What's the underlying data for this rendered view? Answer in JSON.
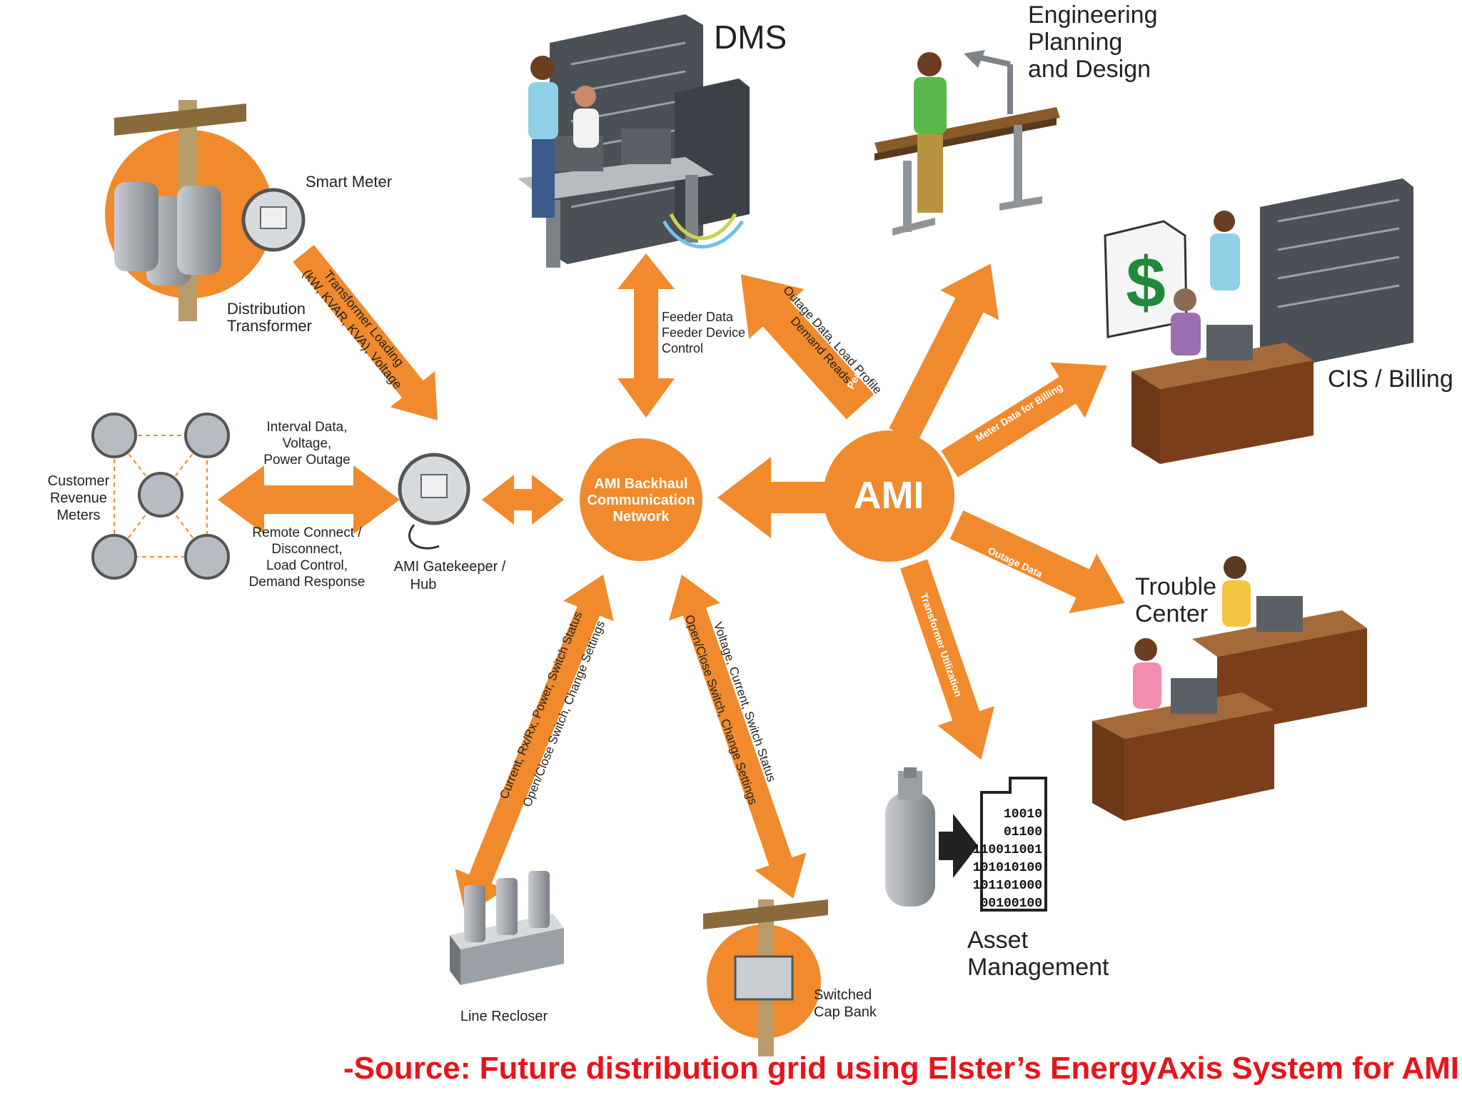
{
  "colors": {
    "accent": "#f08a2c",
    "accent_dark": "#c96a16",
    "source_text": "#e8141b",
    "equipment_gray": "#8f9499",
    "desk_brown": "#7a3f1a"
  },
  "hubs": {
    "ami": "AMI",
    "backhaul": [
      "AMI Backhaul",
      "Communication",
      "Network"
    ]
  },
  "nodes": {
    "dms": "DMS",
    "engineering": [
      "Engineering",
      "Planning",
      "and Design"
    ],
    "cis_billing": "CIS / Billing",
    "trouble_center": [
      "Trouble",
      "Center"
    ],
    "asset_management": [
      "Asset",
      "Management"
    ],
    "smart_meter": "Smart Meter",
    "distribution_transformer": [
      "Distribution",
      "Transformer"
    ],
    "customer_meters": [
      "Customer",
      "Revenue",
      "Meters"
    ],
    "gatekeeper": [
      "AMI Gatekeeper /",
      "Hub"
    ],
    "line_recloser": "Line Recloser",
    "cap_bank": [
      "Switched",
      "Cap Bank"
    ]
  },
  "arrow_labels": {
    "transformer_loading": [
      "Transformer Loading",
      "(kW, KVAR, KVA), Voltage"
    ],
    "interval_data": [
      "Interval Data,",
      "Voltage,",
      "Power Outage"
    ],
    "remote_connect": [
      "Remote Connect /",
      "Disconnect,",
      "Load Control,",
      "Demand Response"
    ],
    "feeder_data": [
      "Feeder Data",
      "Feeder Device",
      "Control"
    ],
    "outage_load": [
      "Outage Data, Load Profile",
      "Demand Reads"
    ],
    "peak_load": "Peak Load, Hourly Profiles",
    "meter_billing": "Meter Data for Billing",
    "outage_data": "Outage Data",
    "transformer_util": "Transformer Utilization",
    "recloser_link": [
      "Current, Rx/Rx, Power, Switch Status",
      "Open/Close Switch, Change Settings"
    ],
    "capbank_link": [
      "Voltage, Current, Switch Status",
      "Open/Close Switch, Change Settings"
    ]
  },
  "binary_doc": [
    "10010",
    "01100",
    "110011001",
    "101010100",
    "101101000",
    "00100100"
  ],
  "source": "-Source: Future distribution grid using Elster’s EnergyAxis System for AMI"
}
